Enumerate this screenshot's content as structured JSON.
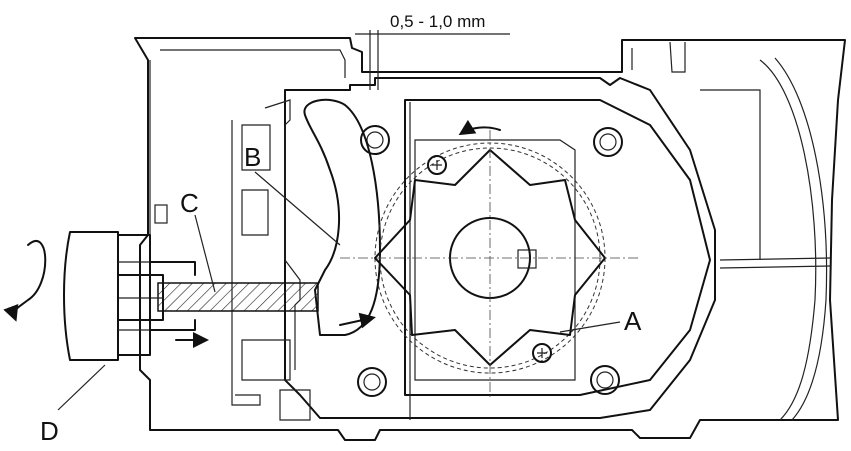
{
  "dimension_label": "0,5 - 1,0 mm",
  "labels": {
    "a": "A",
    "b": "B",
    "c": "C",
    "d": "D"
  },
  "colors": {
    "line": "#111111",
    "background": "#ffffff"
  }
}
